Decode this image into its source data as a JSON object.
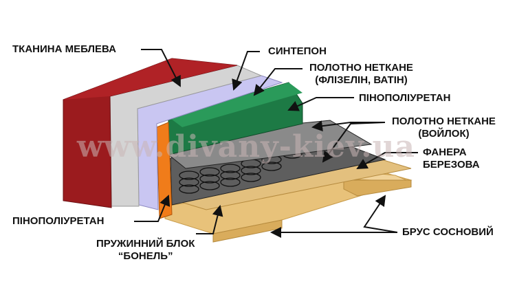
{
  "labels": {
    "fabric": "ТКАНИНА МЕБЛЕВА",
    "sintepon": "СИНТЕПОН",
    "nonwoven1_line1": "ПОЛОТНО НЕТКАНЕ",
    "nonwoven1_line2": "(ФЛІЗЕЛІН, ВАТІН)",
    "foam_top": "ПІНОПОЛІУРЕТАН",
    "nonwoven2_line1": "ПОЛОТНО НЕТКАНЕ",
    "nonwoven2_line2": "(ВОЙЛОК)",
    "plywood_line1": "ФАНЕРА",
    "plywood_line2": "БЕРЕЗОВА",
    "foam_side": "ПІНОПОЛІУРЕТАН",
    "spring_line1": "ПРУЖИННИЙ БЛОК",
    "spring_line2": "“БОНЕЛЬ”",
    "beam": "БРУС СОСНОВИЙ"
  },
  "watermark": "www.divany-kiev.ua",
  "colors": {
    "fabric": "#9b1b1e",
    "sintepon": "#d4d4d4",
    "nonwoven": "#c9c6f2",
    "foam_side": "#f07c1a",
    "foam_top": "#1d7a45",
    "felt": "#7a7a7a",
    "wood": "#e8c27a"
  }
}
